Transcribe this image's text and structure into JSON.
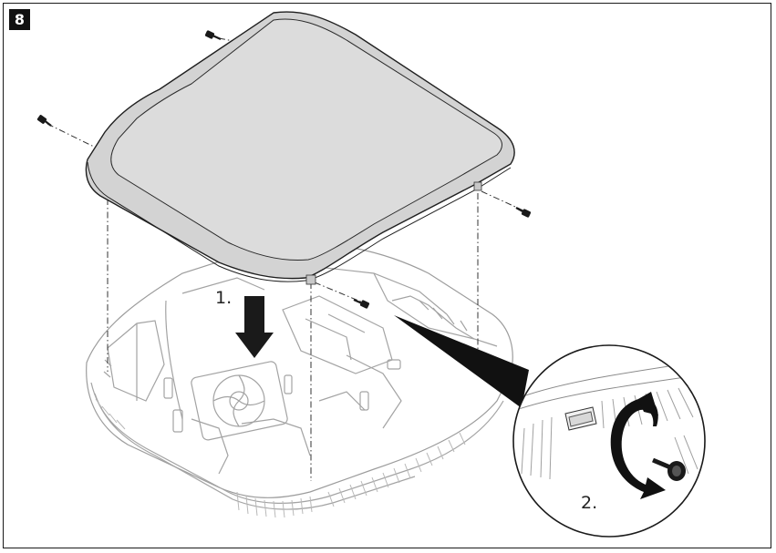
{
  "step_number": "8",
  "labels": {
    "step1": "1.",
    "step2": "2."
  },
  "colors": {
    "lid_fill": "#d3d3d3",
    "lid_top": "#dcdcdc",
    "outline": "#1f1f1f",
    "housing_line": "#9a9a9a"
  }
}
